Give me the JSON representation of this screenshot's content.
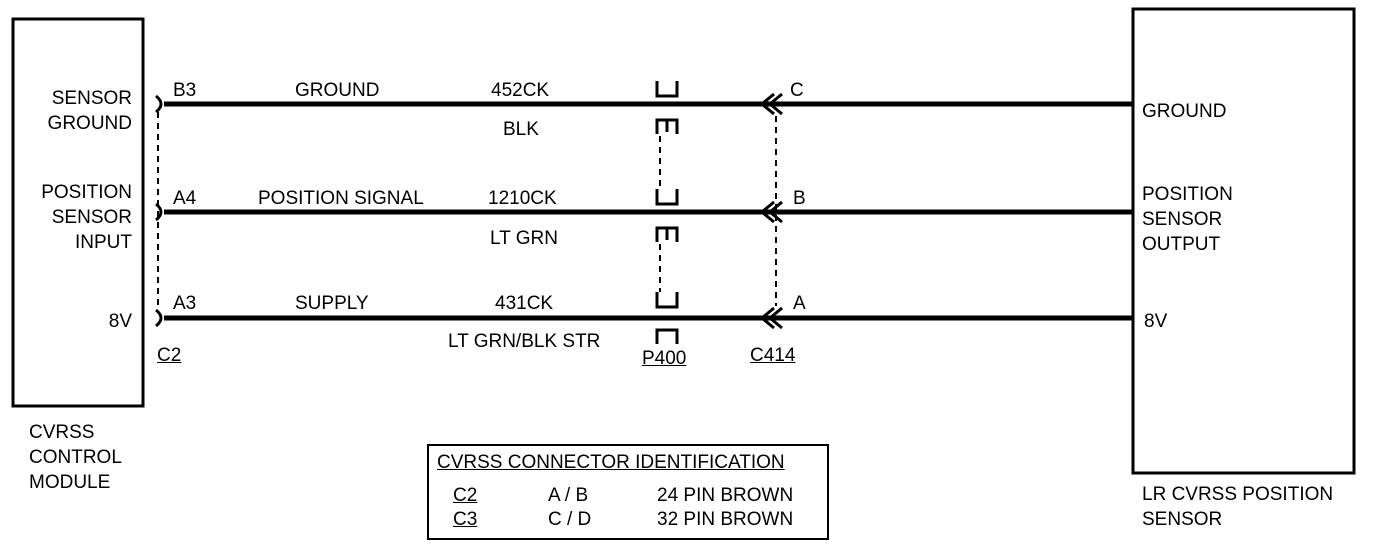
{
  "module": {
    "name_lines": [
      "CVRSS",
      "CONTROL",
      "MODULE"
    ],
    "pins": [
      {
        "label_lines": [
          "SENSOR",
          "GROUND"
        ],
        "pin": "B3"
      },
      {
        "label_lines": [
          "POSITION",
          "SENSOR",
          "INPUT"
        ],
        "pin": "A4"
      },
      {
        "label_lines": [
          "8V"
        ],
        "pin": "A3"
      }
    ],
    "connector": "C2"
  },
  "sensor": {
    "name_lines": [
      "LR CVRSS POSITION",
      "SENSOR"
    ],
    "pins": [
      {
        "label_lines": [
          "GROUND"
        ],
        "pin": "C"
      },
      {
        "label_lines": [
          "POSITION",
          "SENSOR",
          "OUTPUT"
        ],
        "pin": "B"
      },
      {
        "label_lines": [
          "8V"
        ],
        "pin": "A"
      }
    ],
    "connector": "C414"
  },
  "wires": [
    {
      "function": "GROUND",
      "circuit": "452CK",
      "color": "BLK"
    },
    {
      "function": "POSITION SIGNAL",
      "circuit": "1210CK",
      "color": "LT GRN"
    },
    {
      "function": "SUPPLY",
      "circuit": "431CK",
      "color": "LT GRN/BLK STR"
    }
  ],
  "inline_connector": "P400",
  "connector_table": {
    "title": "CVRSS CONNECTOR IDENTIFICATION",
    "rows": [
      {
        "name": "C2",
        "halves": "A / B",
        "description": "24 PIN BROWN"
      },
      {
        "name": "C3",
        "halves": "C / D",
        "description": "32 PIN BROWN"
      }
    ]
  }
}
